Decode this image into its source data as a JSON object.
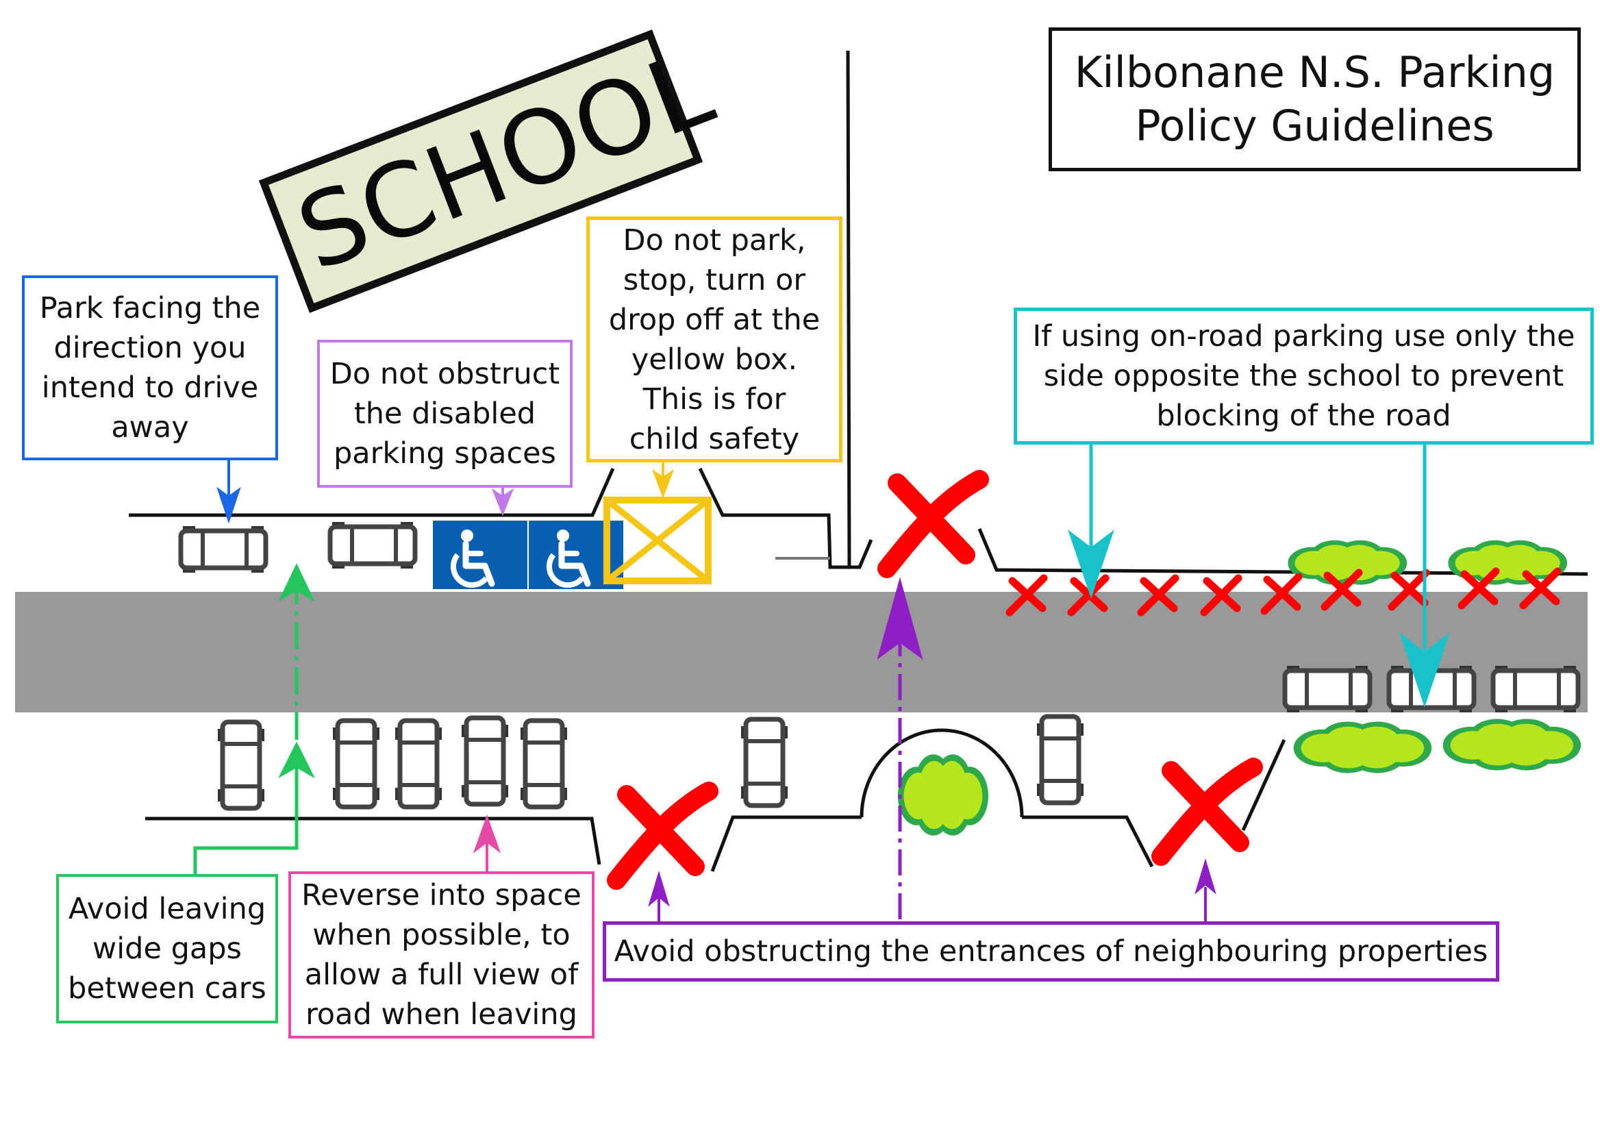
{
  "title": "Kilbonane N.S. Parking\nPolicy Guidelines",
  "school_sign": "SCHOOL",
  "callouts": {
    "park_facing": "Park facing the\ndirection you\nintend to drive\naway",
    "disabled": "Do not obstruct\nthe disabled\nparking spaces",
    "yellow_box": "Do not park,\nstop, turn or\ndrop off at the\nyellow box.\nThis is for\nchild safety",
    "on_road": "If using on-road parking use only the\nside opposite the school to prevent\nblocking of the road",
    "wide_gaps": "Avoid leaving\nwide gaps\nbetween cars",
    "reverse": "Reverse into space\nwhen possible, to\nallow a full view of\nroad when leaving",
    "entrances": "Avoid obstructing the entrances of neighbouring properties"
  },
  "icons": {
    "disabled": "wheelchair-icon",
    "no_parking": "red-x-icon",
    "hedge": "bush-icon",
    "car": "car-top-view-icon"
  },
  "colors": {
    "road": "#999999",
    "blue": "#1a66e6",
    "lilac": "#c07ae8",
    "yellow": "#f5c518",
    "cyan": "#19c2c9",
    "green": "#22c55e",
    "pink": "#e64aa8",
    "purple": "#8e1fc4",
    "red_x": "#ff0000",
    "disabled_blue": "#0b5fb0",
    "bush": "#b5e61d",
    "bush_edge": "#2ea84a",
    "sign_fill": "#e6ebcf"
  }
}
